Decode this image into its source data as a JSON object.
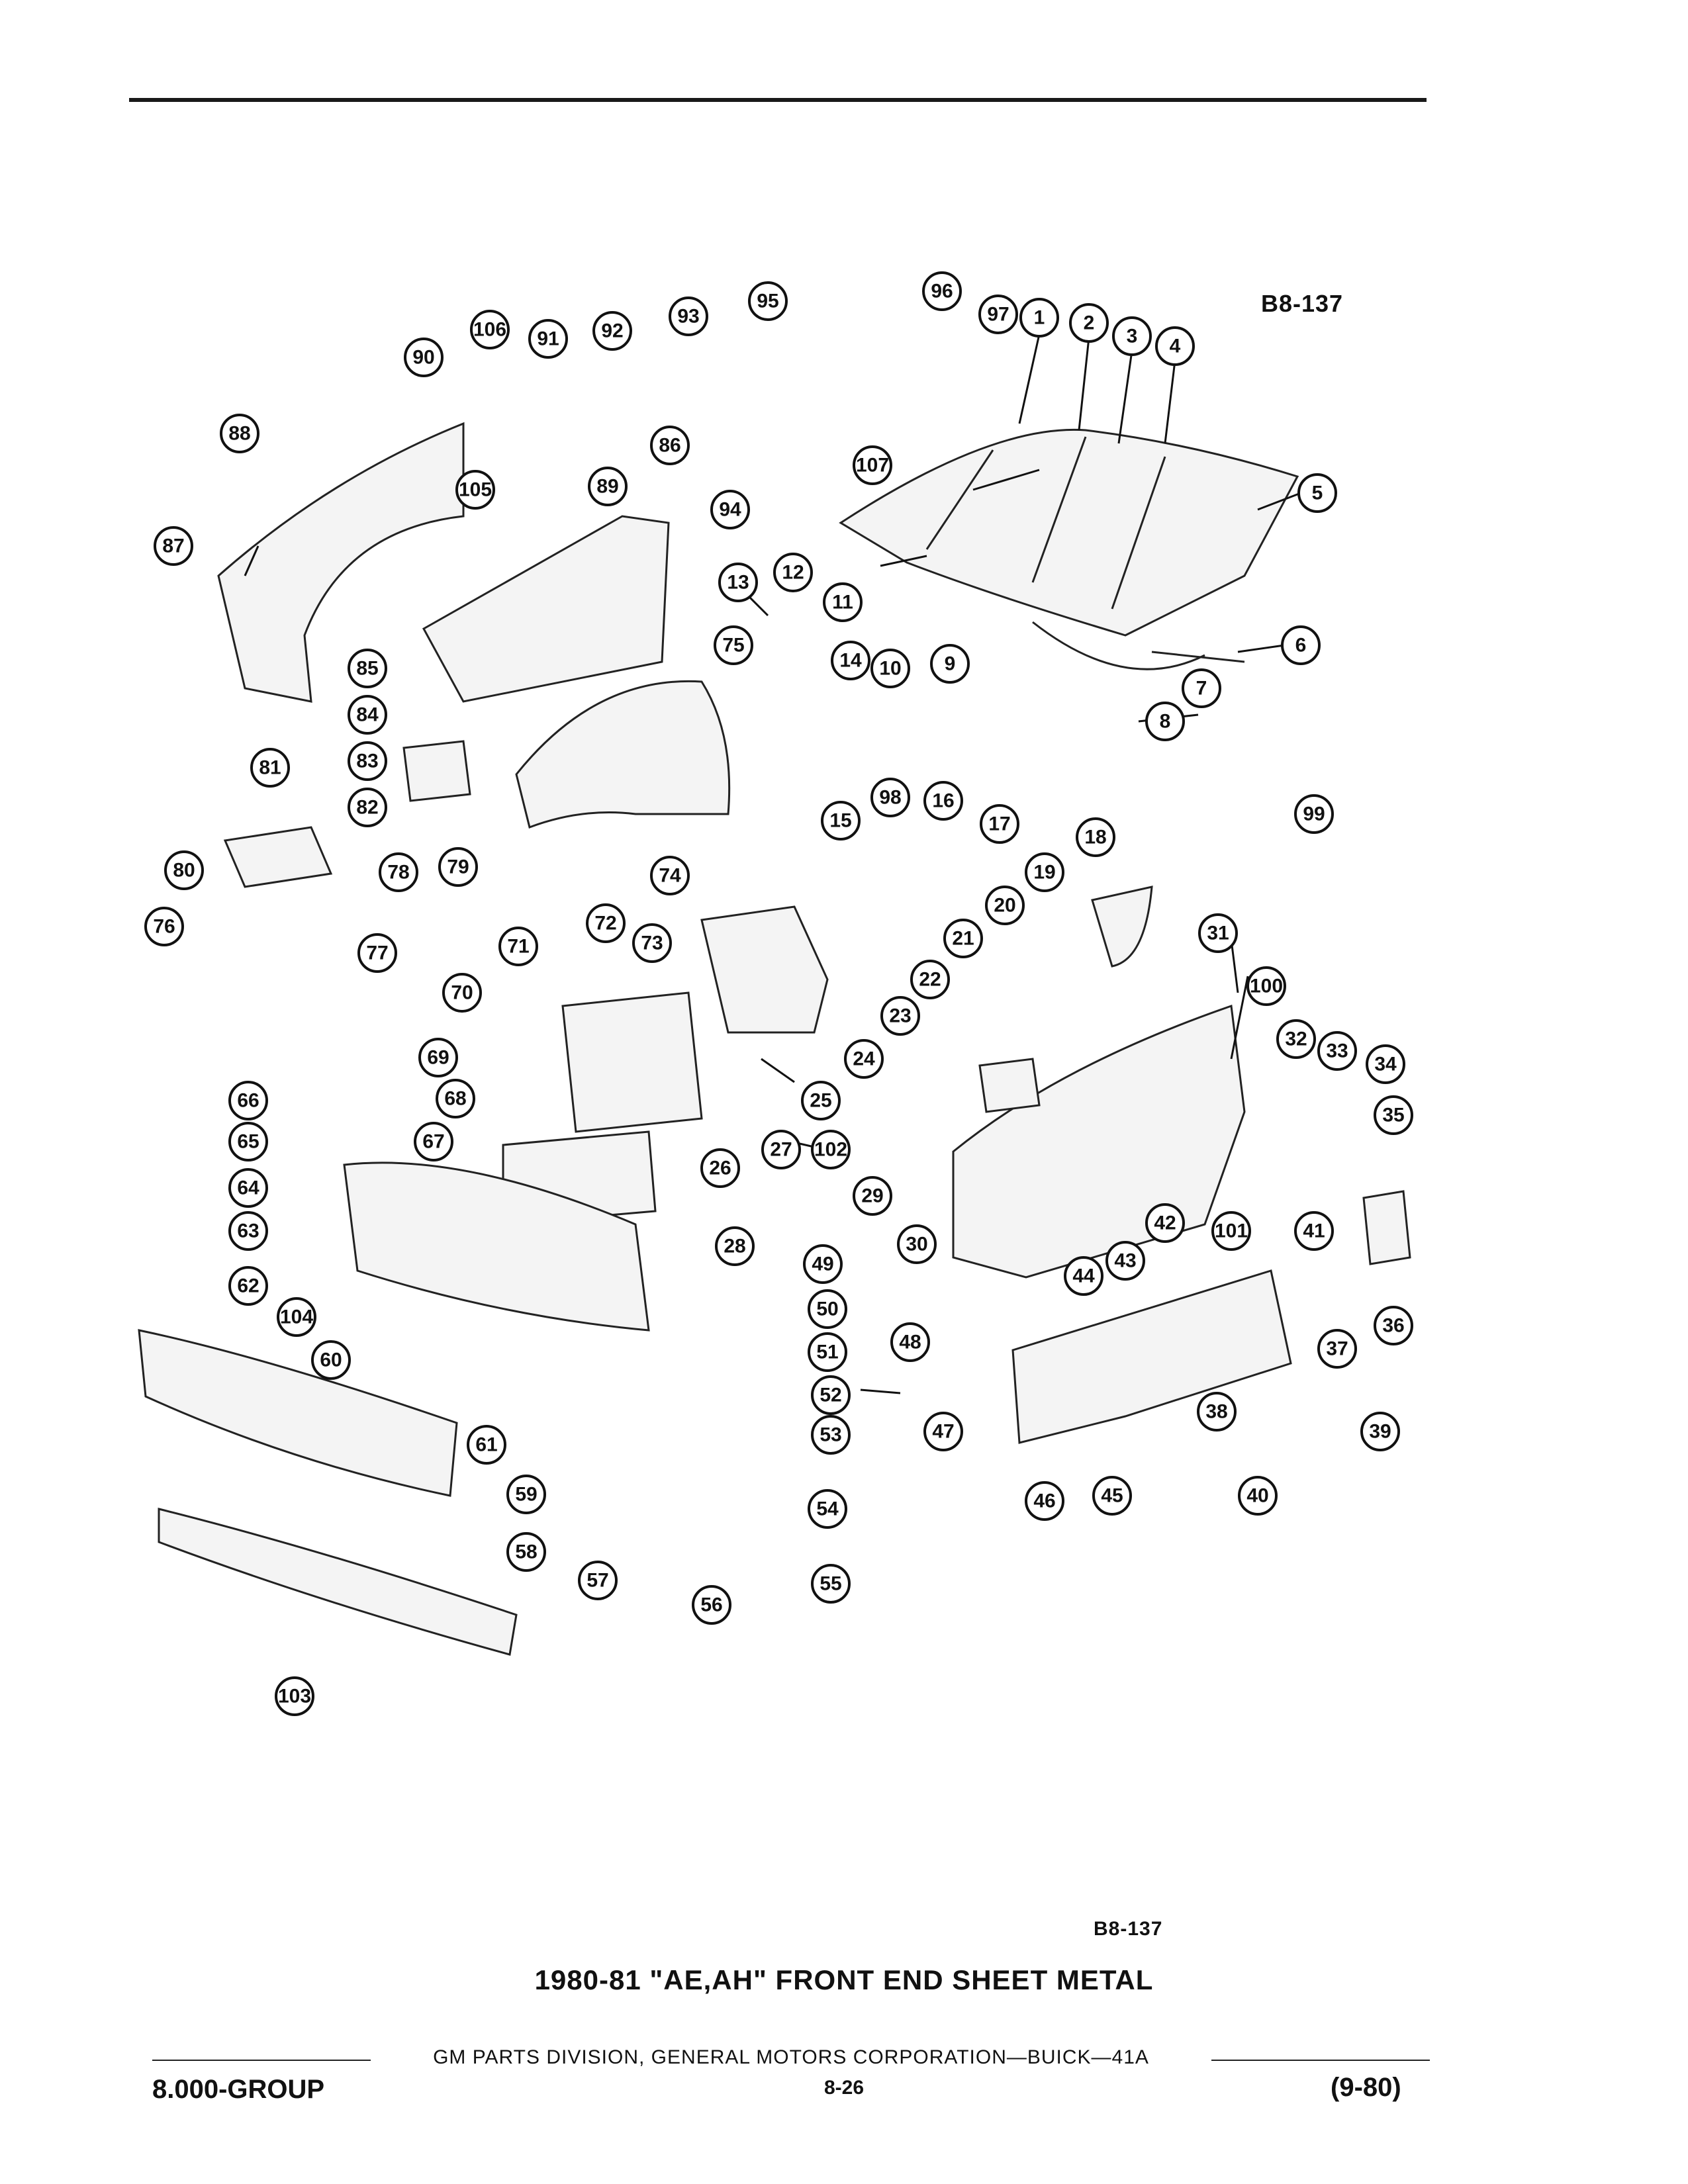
{
  "diagram": {
    "code_top": "B8-137",
    "code_bottom": "B8-137",
    "title": "1980-81 \"AE,AH\" FRONT END SHEET METAL",
    "callouts": [
      {
        "id": "1"
      },
      {
        "id": "2"
      },
      {
        "id": "3"
      },
      {
        "id": "4"
      },
      {
        "id": "5"
      },
      {
        "id": "6"
      },
      {
        "id": "7"
      },
      {
        "id": "8"
      },
      {
        "id": "9"
      },
      {
        "id": "10"
      },
      {
        "id": "11"
      },
      {
        "id": "12"
      },
      {
        "id": "13"
      },
      {
        "id": "14"
      },
      {
        "id": "15"
      },
      {
        "id": "16"
      },
      {
        "id": "17"
      },
      {
        "id": "18"
      },
      {
        "id": "19"
      },
      {
        "id": "20"
      },
      {
        "id": "21"
      },
      {
        "id": "22"
      },
      {
        "id": "23"
      },
      {
        "id": "24"
      },
      {
        "id": "25"
      },
      {
        "id": "26"
      },
      {
        "id": "27"
      },
      {
        "id": "28"
      },
      {
        "id": "29"
      },
      {
        "id": "30"
      },
      {
        "id": "31"
      },
      {
        "id": "32"
      },
      {
        "id": "33"
      },
      {
        "id": "34"
      },
      {
        "id": "35"
      },
      {
        "id": "36"
      },
      {
        "id": "37"
      },
      {
        "id": "38"
      },
      {
        "id": "39"
      },
      {
        "id": "40"
      },
      {
        "id": "41"
      },
      {
        "id": "42"
      },
      {
        "id": "43"
      },
      {
        "id": "44"
      },
      {
        "id": "45"
      },
      {
        "id": "46"
      },
      {
        "id": "47"
      },
      {
        "id": "48"
      },
      {
        "id": "49"
      },
      {
        "id": "50"
      },
      {
        "id": "51"
      },
      {
        "id": "52"
      },
      {
        "id": "53"
      },
      {
        "id": "54"
      },
      {
        "id": "55"
      },
      {
        "id": "56"
      },
      {
        "id": "57"
      },
      {
        "id": "58"
      },
      {
        "id": "59"
      },
      {
        "id": "60"
      },
      {
        "id": "61"
      },
      {
        "id": "62"
      },
      {
        "id": "63"
      },
      {
        "id": "64"
      },
      {
        "id": "65"
      },
      {
        "id": "66"
      },
      {
        "id": "67"
      },
      {
        "id": "68"
      },
      {
        "id": "69"
      },
      {
        "id": "70"
      },
      {
        "id": "71"
      },
      {
        "id": "72"
      },
      {
        "id": "73"
      },
      {
        "id": "74"
      },
      {
        "id": "75"
      },
      {
        "id": "76"
      },
      {
        "id": "77"
      },
      {
        "id": "78"
      },
      {
        "id": "79"
      },
      {
        "id": "80"
      },
      {
        "id": "81"
      },
      {
        "id": "82"
      },
      {
        "id": "83"
      },
      {
        "id": "84"
      },
      {
        "id": "85"
      },
      {
        "id": "86"
      },
      {
        "id": "87"
      },
      {
        "id": "88"
      },
      {
        "id": "89"
      },
      {
        "id": "90"
      },
      {
        "id": "91"
      },
      {
        "id": "92"
      },
      {
        "id": "93"
      },
      {
        "id": "94"
      },
      {
        "id": "95"
      },
      {
        "id": "96"
      },
      {
        "id": "97"
      },
      {
        "id": "98"
      },
      {
        "id": "99"
      },
      {
        "id": "100"
      },
      {
        "id": "101"
      },
      {
        "id": "102"
      },
      {
        "id": "103"
      },
      {
        "id": "104"
      },
      {
        "id": "105"
      },
      {
        "id": "106"
      },
      {
        "id": "107"
      }
    ]
  },
  "footer": {
    "credit": "GM PARTS DIVISION, GENERAL MOTORS CORPORATION—BUICK—41A",
    "group": "8.000-GROUP",
    "page": "8-26",
    "date_code": "(9-80)"
  }
}
